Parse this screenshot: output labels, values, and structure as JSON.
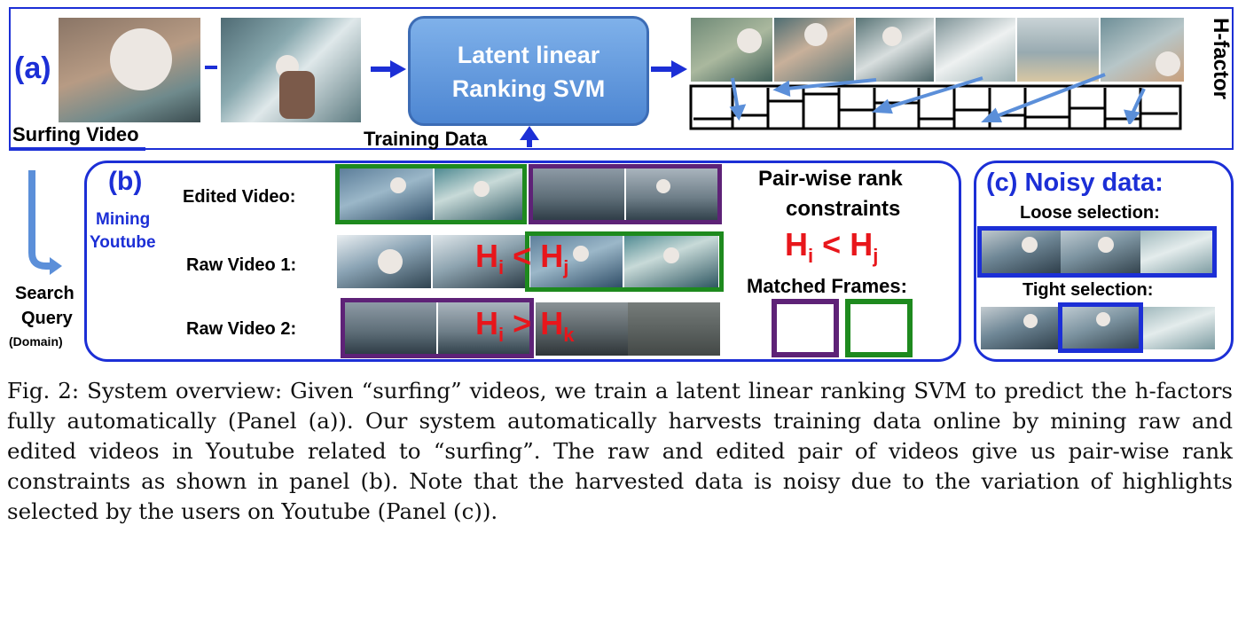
{
  "panel_a": {
    "tag": "(a)",
    "surfing_video_label": "Surfing Video",
    "training_data_label": "Training Data",
    "svm_line1": "Latent linear",
    "svm_line2": "Ranking SVM",
    "h_factor_label": "H-factor"
  },
  "panel_b": {
    "tag": "(b)",
    "mining_line1": "Mining",
    "mining_line2": "Youtube",
    "edited_video_label": "Edited Video:",
    "raw_video1_label": "Raw Video 1:",
    "raw_video2_label": "Raw Video 2:",
    "eq1": {
      "lhs": "H",
      "lhs_sub": "i",
      "op": "<",
      "rhs": "H",
      "rhs_sub": "j"
    },
    "eq2": {
      "lhs": "H",
      "lhs_sub": "i",
      "op": ">",
      "rhs": "H",
      "rhs_sub": "k"
    },
    "pairwise_line1": "Pair-wise rank",
    "pairwise_line2": "constraints",
    "pairwise_eq": {
      "lhs": "H",
      "lhs_sub": "i",
      "op": "<",
      "rhs": "H",
      "rhs_sub": "j"
    },
    "matched_frames_label": "Matched Frames:"
  },
  "panel_c": {
    "title": "(c) Noisy data:",
    "loose_label": "Loose selection:",
    "tight_label": "Tight selection:"
  },
  "search": {
    "line1": "Search",
    "line2": "Query",
    "line3": "(Domain)"
  },
  "colors": {
    "blue": "#1c2fd6",
    "green": "#1e8a1e",
    "purple": "#5e2277",
    "red": "#e8161b"
  },
  "caption": {
    "text": "Fig. 2: System overview: Given “surfing” videos, we train a latent linear ranking SVM to predict the h-factors fully automatically (Panel (a)). Our system automatically harvests training data online by mining raw and edited videos in Youtube related to “surfing”. The raw and edited pair of videos give us pair-wise rank constraints as shown in panel (b). Note that the harvested data is noisy due to the variation of highlights selected by the users on Youtube (Panel (c))."
  }
}
